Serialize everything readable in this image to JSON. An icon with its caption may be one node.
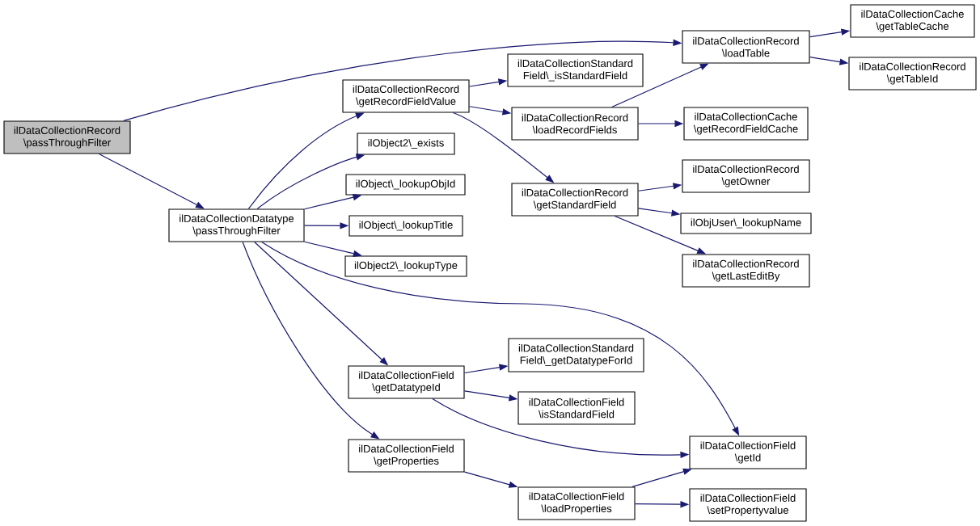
{
  "diagram": {
    "nodes": [
      {
        "text": [
          "ilDataCollectionRecord \\passThroughFilter"
        ]
      },
      {
        "text": [
          "ilDataCollectionDatatype \\passThroughFilter"
        ]
      },
      {
        "text": [
          "ilDataCollectionRecord \\getRecordFieldValue"
        ]
      },
      {
        "text": [
          "ilObject2\\_exists"
        ]
      },
      {
        "text": [
          "ilObject\\_lookupObjId"
        ]
      },
      {
        "text": [
          "ilObject\\_lookupTitle"
        ]
      },
      {
        "text": [
          "ilObject2\\_lookupType"
        ]
      },
      {
        "text": [
          "ilDataCollectionField \\getDatatypeId"
        ]
      },
      {
        "text": [
          "ilDataCollectionField \\getProperties"
        ]
      },
      {
        "text": [
          "ilDataCollectionRecord \\loadTable"
        ]
      },
      {
        "text": [
          "ilDataCollectionStandard Field\\_isStandardField"
        ]
      },
      {
        "text": [
          "ilDataCollectionRecord \\loadRecordFields"
        ]
      },
      {
        "text": [
          "ilDataCollectionRecord \\getStandardField"
        ]
      },
      {
        "text": [
          "ilDataCollectionCache \\getTableCache"
        ]
      },
      {
        "text": [
          "ilDataCollectionRecord \\getTableId"
        ]
      },
      {
        "text": [
          "ilDataCollectionCache \\getRecordFieldCache"
        ]
      },
      {
        "text": [
          "ilDataCollectionRecord \\getOwner"
        ]
      },
      {
        "text": [
          "ilObjUser\\_lookupName"
        ]
      },
      {
        "text": [
          "ilDataCollectionRecord \\getLastEditBy"
        ]
      },
      {
        "text": [
          "ilDataCollectionStandard Field\\_getDatatypeForId"
        ]
      },
      {
        "text": [
          "ilDataCollectionField \\isStandardField"
        ]
      },
      {
        "text": [
          "ilDataCollectionField \\getId"
        ]
      },
      {
        "text": [
          "ilDataCollectionField \\loadProperties"
        ]
      },
      {
        "text": [
          "ilDataCollectionField \\setPropertyvalue"
        ]
      }
    ],
    "edges": [
      {
        "from": 0,
        "to": 9,
        "arrow": "to"
      },
      {
        "from": 0,
        "to": 1,
        "arrow": "to"
      },
      {
        "from": 1,
        "to": 2,
        "arrow": "to"
      },
      {
        "from": 1,
        "to": 3,
        "arrow": "to"
      },
      {
        "from": 1,
        "to": 4,
        "arrow": "to"
      },
      {
        "from": 1,
        "to": 5,
        "arrow": "to"
      },
      {
        "from": 1,
        "to": 6,
        "arrow": "to"
      },
      {
        "from": 1,
        "to": 21,
        "arrow": "to"
      },
      {
        "from": 1,
        "to": 7,
        "arrow": "to"
      },
      {
        "from": 1,
        "to": 8,
        "arrow": "to"
      },
      {
        "from": 2,
        "to": 10,
        "arrow": "to"
      },
      {
        "from": 2,
        "to": 11,
        "arrow": "to"
      },
      {
        "from": 2,
        "to": 12,
        "arrow": "to"
      },
      {
        "from": 11,
        "to": 9,
        "arrow": "to"
      },
      {
        "from": 11,
        "to": 15,
        "arrow": "to"
      },
      {
        "from": 9,
        "to": 13,
        "arrow": "to"
      },
      {
        "from": 9,
        "to": 14,
        "arrow": "to"
      },
      {
        "from": 12,
        "to": 16,
        "arrow": "to"
      },
      {
        "from": 12,
        "to": 17,
        "arrow": "to"
      },
      {
        "from": 12,
        "to": 18,
        "arrow": "to"
      },
      {
        "from": 7,
        "to": 19,
        "arrow": "to"
      },
      {
        "from": 7,
        "to": 20,
        "arrow": "to"
      },
      {
        "from": 7,
        "to": 21,
        "arrow": "to"
      },
      {
        "from": 8,
        "to": 22,
        "arrow": "to"
      },
      {
        "from": 22,
        "to": 21,
        "arrow": "to"
      },
      {
        "from": 22,
        "to": 23,
        "arrow": "to"
      }
    ]
  }
}
